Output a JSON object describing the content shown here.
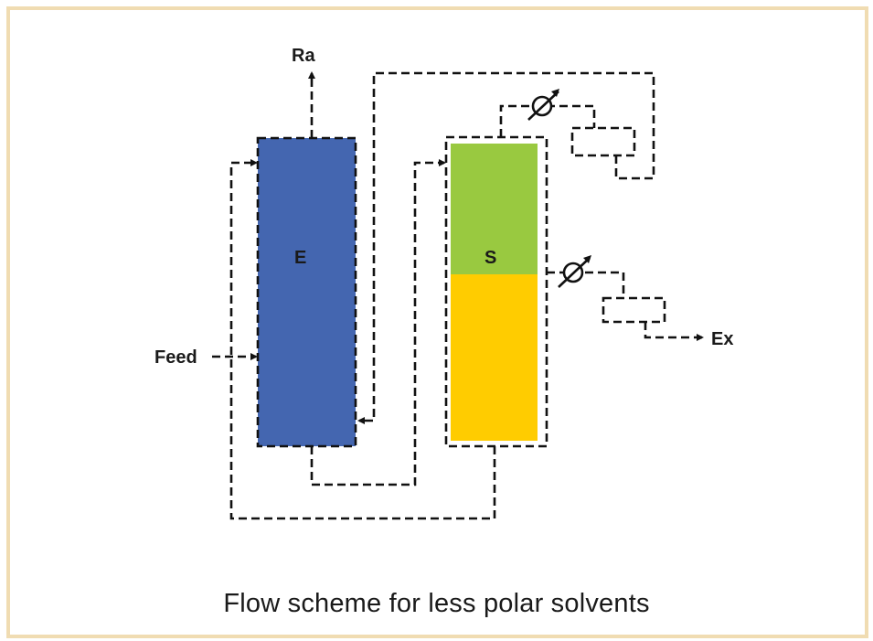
{
  "labels": {
    "ra": "Ra",
    "feed": "Feed",
    "extractor": "E",
    "separator": "S",
    "ex": "Ex"
  },
  "caption": "Flow scheme for less polar solvents",
  "colors": {
    "frame": "#f0dcb2",
    "extractor_column": "#4466b0",
    "separator_top": "#99c940",
    "separator_bottom": "#ffcc00",
    "lines": "#111111"
  }
}
